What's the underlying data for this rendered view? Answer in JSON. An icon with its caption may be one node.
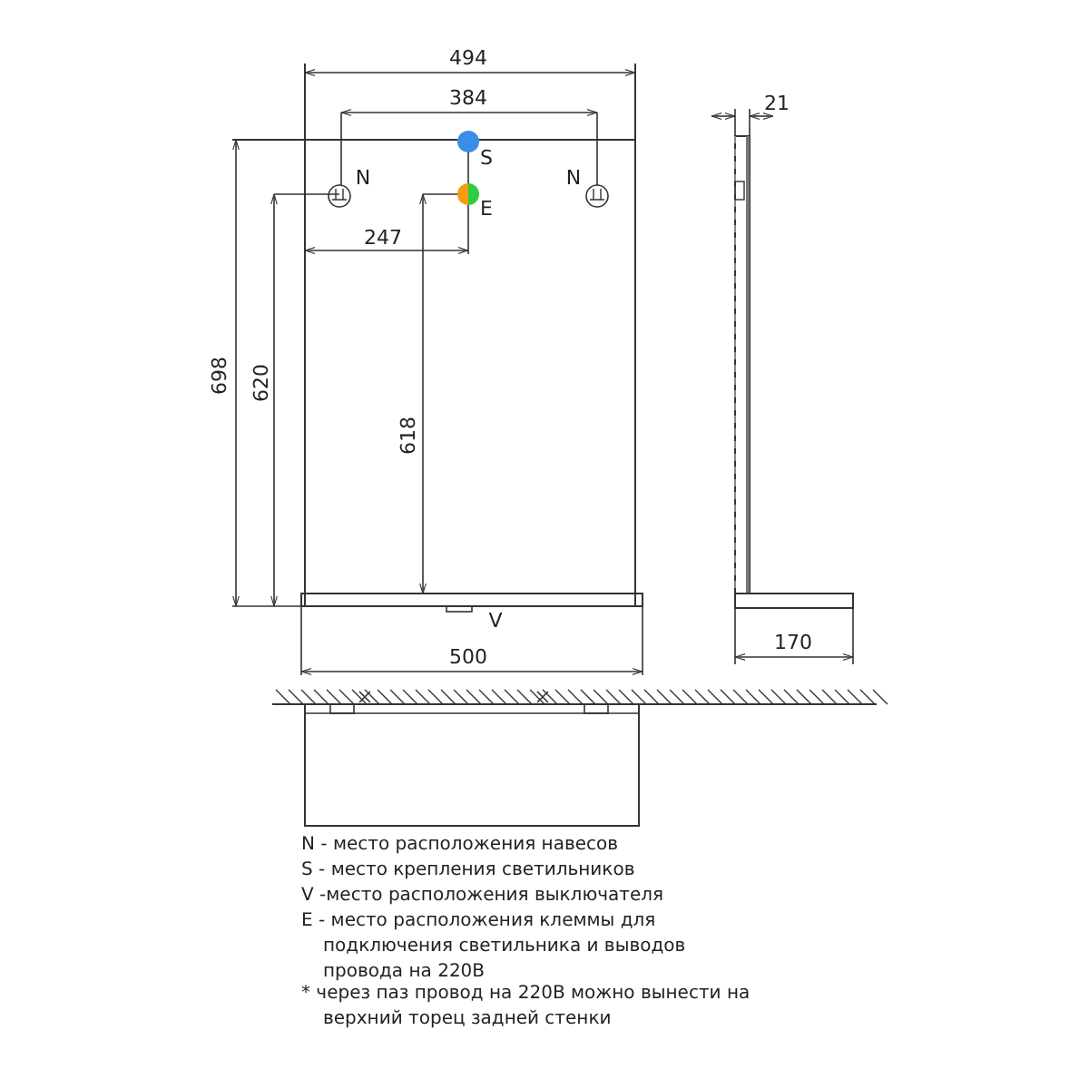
{
  "diagram": {
    "labels": [
      "494",
      "384",
      "S",
      "N",
      "N",
      "E",
      "247",
      "698",
      "620",
      "618",
      "21",
      "V",
      "500",
      "170",
      "N - место расположения навесов",
      "S - место крепления светильников",
      "V -место расположения выключателя",
      "E - место расположения клеммы для подключения светильника и выводов провода на 220В",
      "* через паз провод на 220В можно вынести на верхний торец задней стенки"
    ]
  }
}
